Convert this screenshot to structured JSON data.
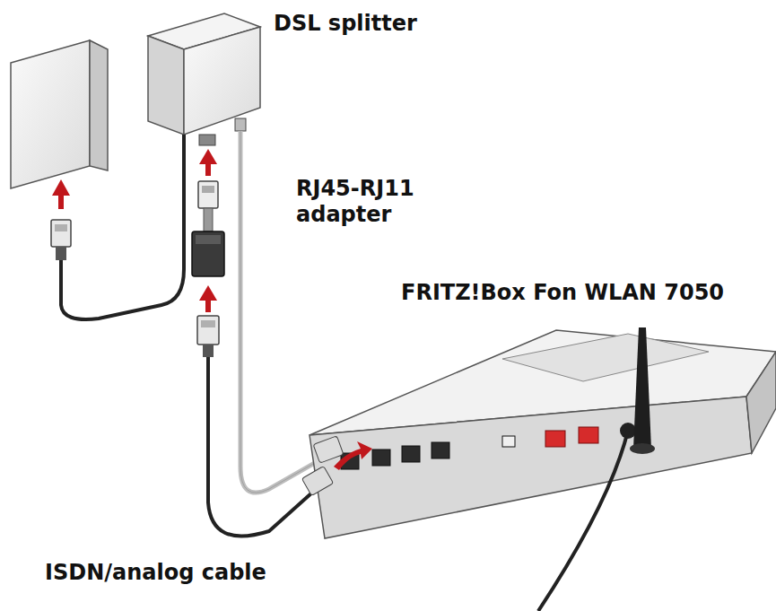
{
  "diagram": {
    "labels": [
      "DSL splitter",
      "RJ45-RJ11 adapter",
      "FRITZ!Box Fon WLAN 7050",
      "ISDN/analog cable"
    ]
  }
}
